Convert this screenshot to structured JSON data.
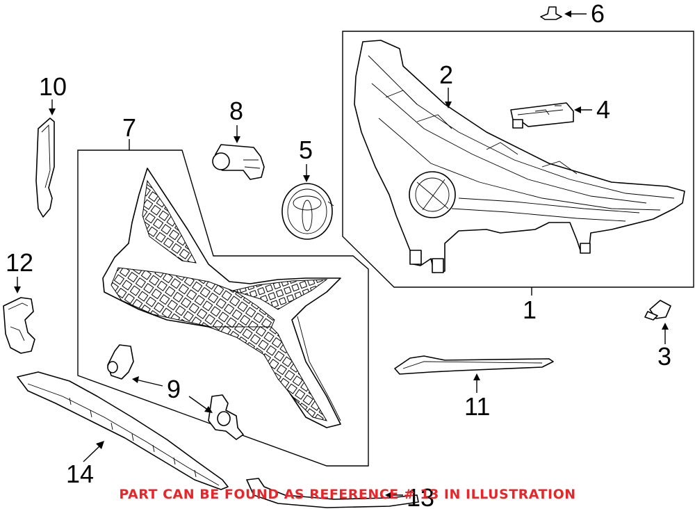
{
  "diagram": {
    "callouts": {
      "c1": "1",
      "c2": "2",
      "c3": "3",
      "c4": "4",
      "c5": "5",
      "c6": "6",
      "c7": "7",
      "c8": "8",
      "c9": "9",
      "c10": "10",
      "c11": "11",
      "c12": "12",
      "c13": "13",
      "c14": "14"
    },
    "footnote": "PART CAN BE FOUND AS REFERENCE # 13 IN ILLUSTRATION",
    "colors": {
      "line": "#000000",
      "footnote": "#e8262a",
      "background": "#ffffff"
    }
  }
}
